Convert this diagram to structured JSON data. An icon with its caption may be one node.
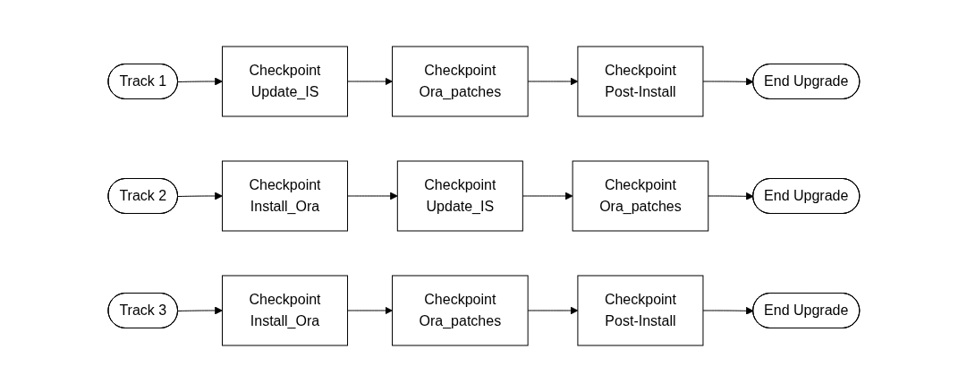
{
  "diagram": {
    "nodes": [
      {
        "text": [
          "Track 1"
        ]
      },
      {
        "text": [
          "Checkpoint",
          "Update_IS"
        ]
      },
      {
        "text": [
          "Checkpoint",
          "Ora_patches"
        ]
      },
      {
        "text": [
          "Checkpoint",
          "Post-Install"
        ]
      },
      {
        "text": [
          "End Upgrade"
        ]
      },
      {
        "text": [
          "Track 2"
        ]
      },
      {
        "text": [
          "Checkpoint",
          "Install_Ora"
        ]
      },
      {
        "text": [
          "Checkpoint",
          "Update_IS"
        ]
      },
      {
        "text": [
          "Checkpoint",
          "Ora_patches"
        ]
      },
      {
        "text": [
          "End Upgrade"
        ]
      },
      {
        "text": [
          "Track 3"
        ]
      },
      {
        "text": [
          "Checkpoint",
          "Install_Ora"
        ]
      },
      {
        "text": [
          "Checkpoint",
          "Ora_patches"
        ]
      },
      {
        "text": [
          "Checkpoint",
          "Post-Install"
        ]
      },
      {
        "text": [
          "End Upgrade"
        ]
      }
    ],
    "edges": [
      {
        "from": 0,
        "to": 1,
        "arrow": "to"
      },
      {
        "from": 1,
        "to": 2,
        "arrow": "to"
      },
      {
        "from": 2,
        "to": 3,
        "arrow": "to"
      },
      {
        "from": 3,
        "to": 4,
        "arrow": "to"
      },
      {
        "from": 5,
        "to": 6,
        "arrow": "to"
      },
      {
        "from": 6,
        "to": 7,
        "arrow": "to"
      },
      {
        "from": 7,
        "to": 8,
        "arrow": "to"
      },
      {
        "from": 8,
        "to": 9,
        "arrow": "to"
      },
      {
        "from": 10,
        "to": 11,
        "arrow": "to"
      },
      {
        "from": 11,
        "to": 12,
        "arrow": "to"
      },
      {
        "from": 12,
        "to": 13,
        "arrow": "to"
      },
      {
        "from": 13,
        "to": 14,
        "arrow": "to"
      }
    ]
  }
}
